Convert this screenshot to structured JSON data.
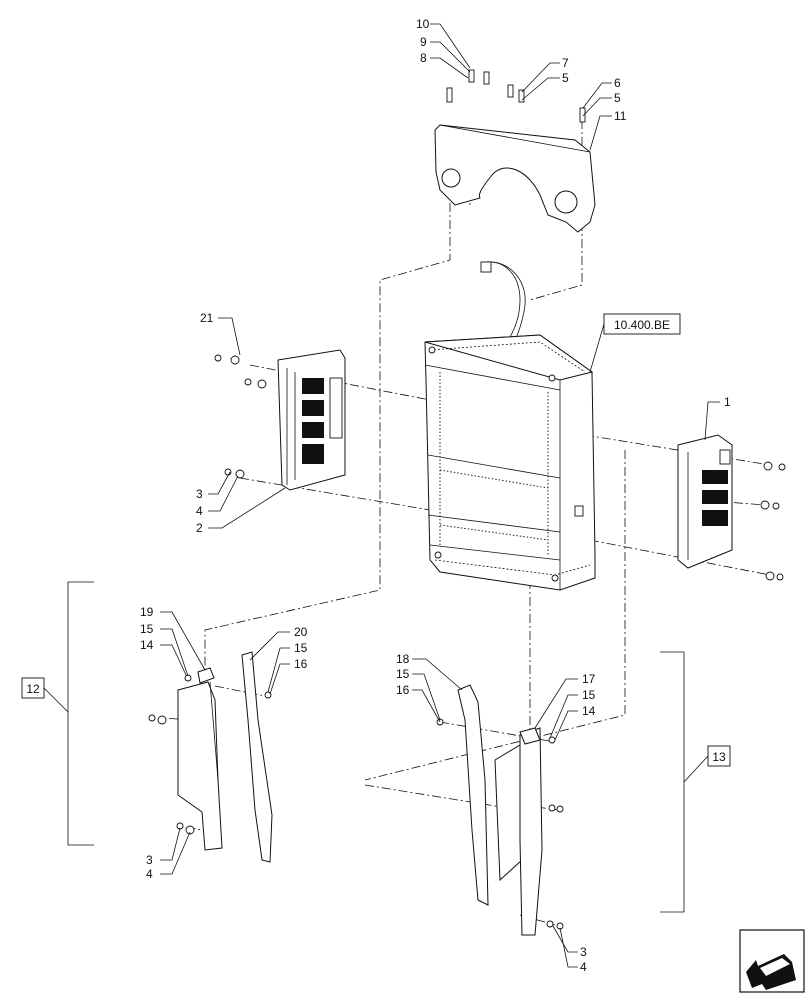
{
  "callouts": {
    "c10": "10",
    "c9": "9",
    "c8": "8",
    "c7": "7",
    "c5a": "5",
    "c6": "6",
    "c5b": "5",
    "c11": "11",
    "c21": "21",
    "c3a": "3",
    "c4a": "4",
    "c2": "2",
    "c1": "1",
    "c19": "19",
    "c15a": "15",
    "c14a": "14",
    "c20": "20",
    "c15b": "15",
    "c16a": "16",
    "c3b": "3",
    "c4b": "4",
    "c18": "18",
    "c15c": "15",
    "c16b": "16",
    "c17": "17",
    "c15d": "15",
    "c14b": "14",
    "c3c": "3",
    "c4c": "4"
  },
  "ref_boxes": {
    "radiator_ref": "10.400.BE",
    "group_left": "12",
    "group_right": "13"
  },
  "icons": {
    "direction": "direction-arrow-icon"
  }
}
